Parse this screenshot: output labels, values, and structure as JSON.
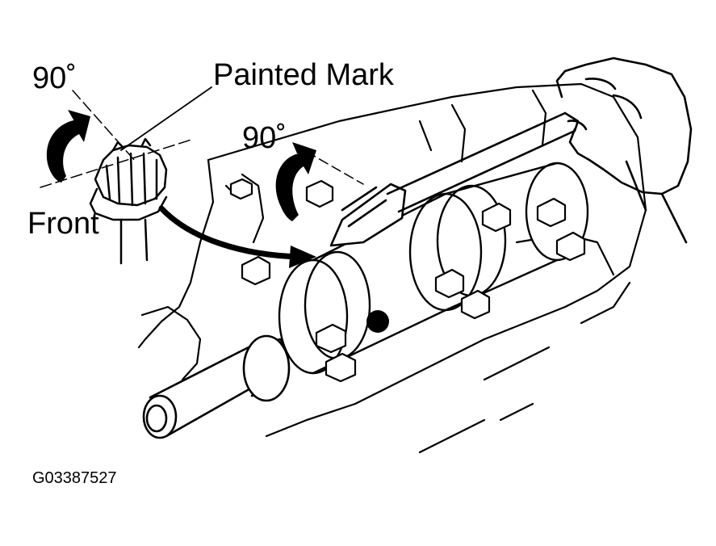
{
  "labels": {
    "angle_left": "90˚",
    "angle_right": "90˚",
    "painted_mark": "Painted Mark",
    "front": "Front",
    "figure_code": "G03387527"
  },
  "colors": {
    "ink": "#000000",
    "paper": "#ffffff"
  }
}
